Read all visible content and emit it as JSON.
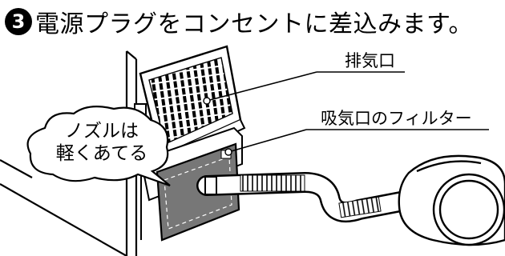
{
  "heading": {
    "step": "3",
    "text": "電源プラグをコンセントに差込みます。"
  },
  "callouts": {
    "exhaust": "排気口",
    "intake_filter": "吸気口のフィルター"
  },
  "speech_bubble": {
    "line1": "ノズルは",
    "line2": "軽くあてる"
  },
  "icons": [
    "appliance-body",
    "exhaust-vent-cover",
    "intake-filter",
    "vacuum-hose",
    "vacuum-cleaner"
  ]
}
